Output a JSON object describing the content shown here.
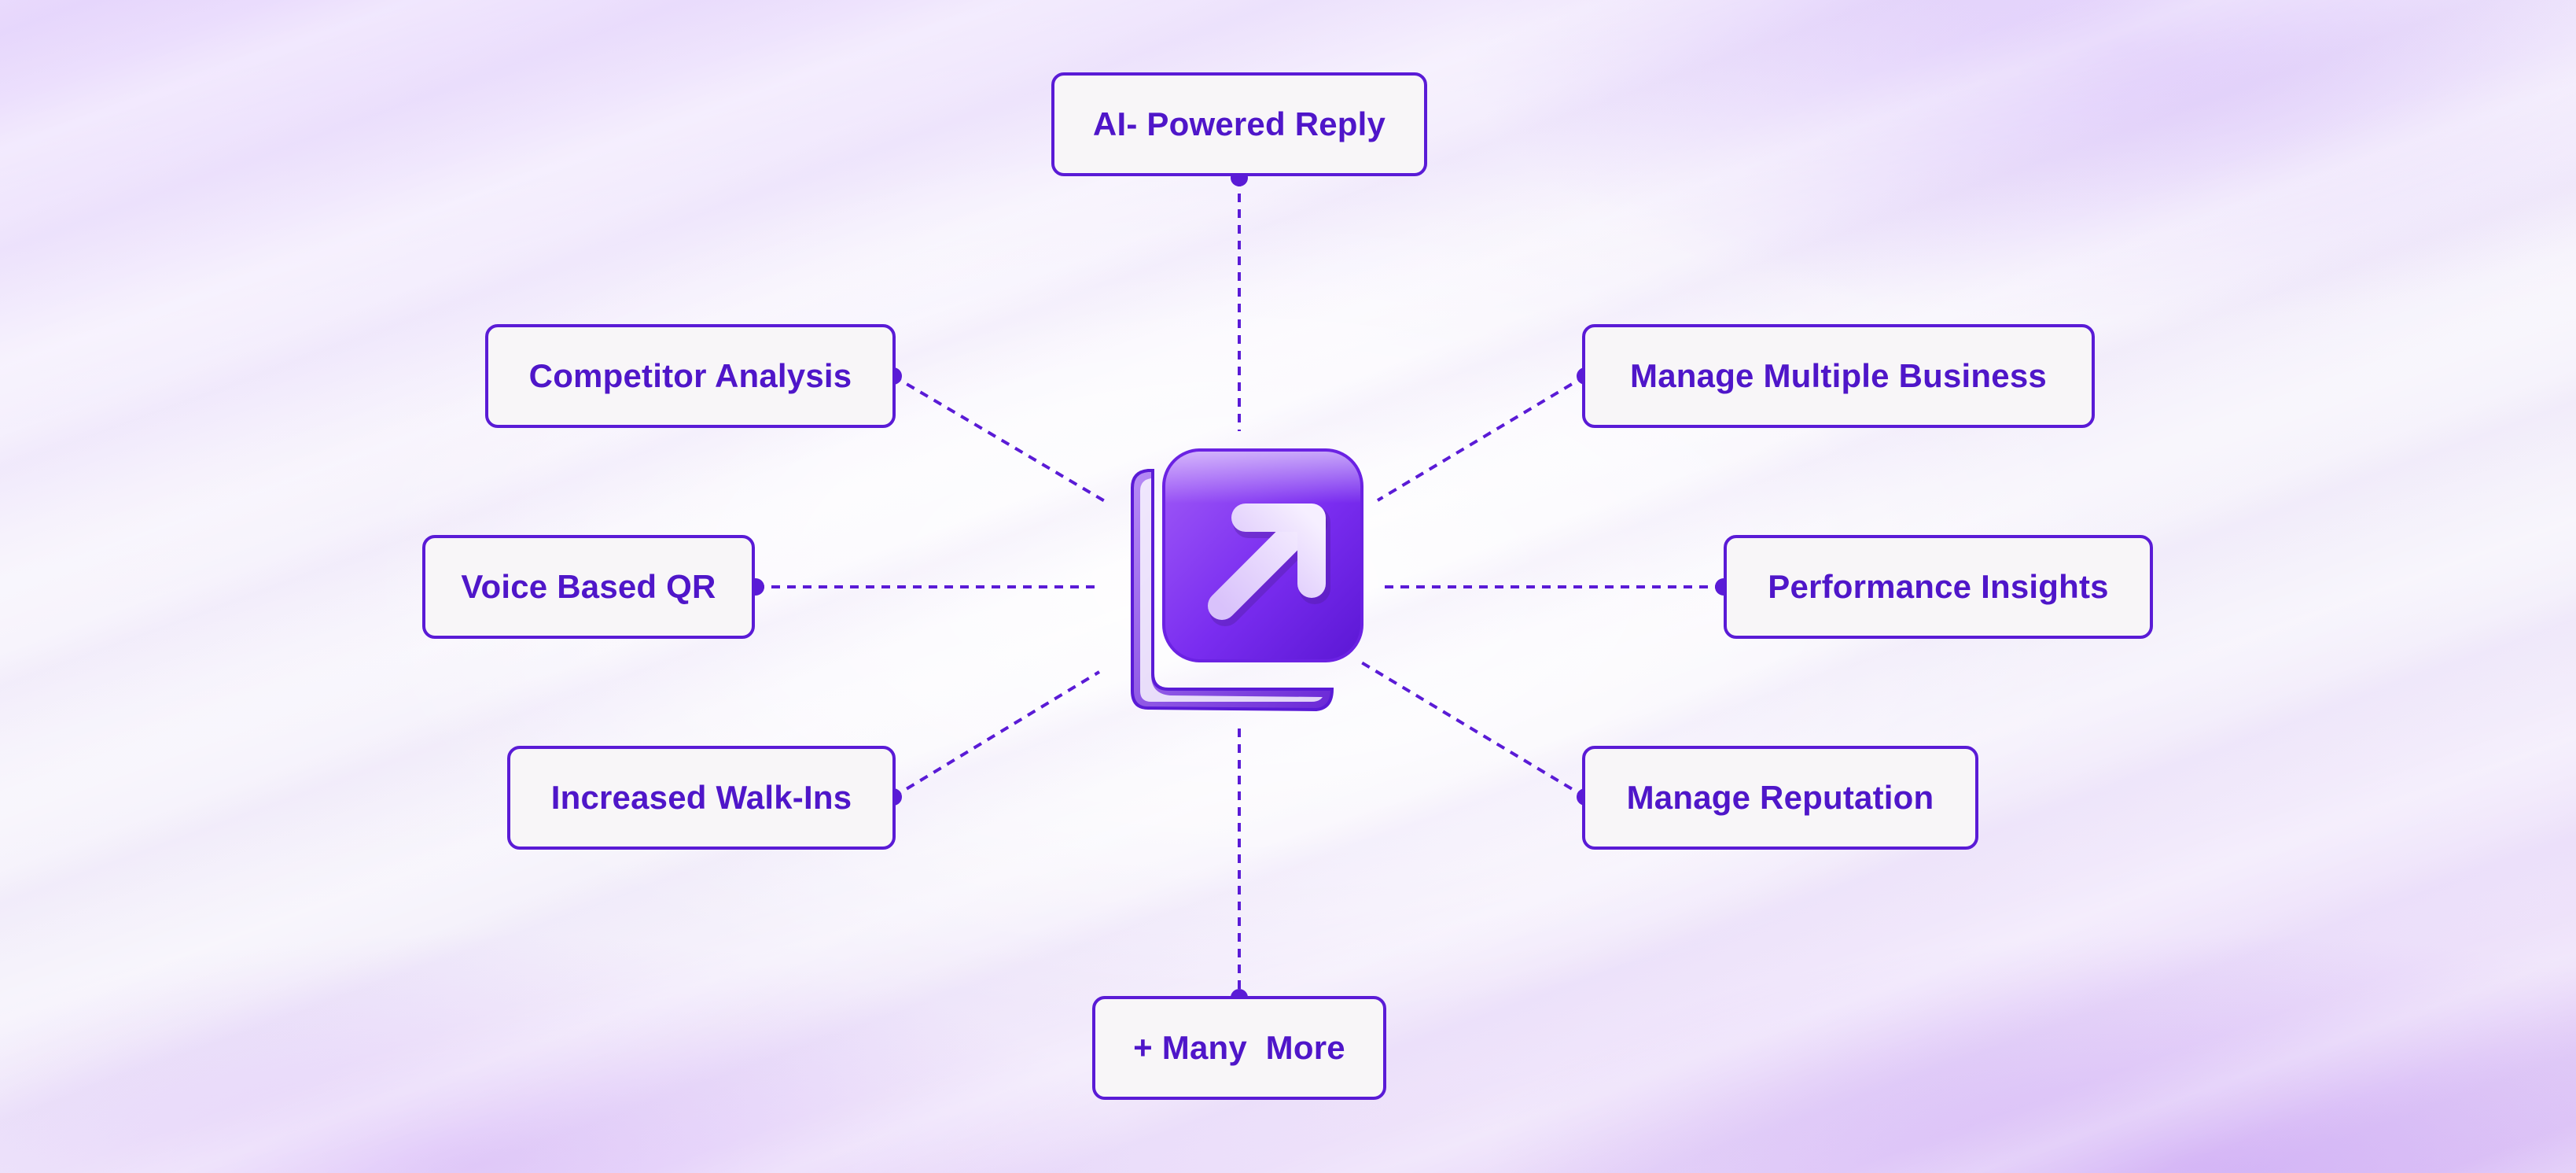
{
  "center": {
    "icon": "arrow-up-right-icon",
    "colors": {
      "primary": "#7c3aed",
      "dark": "#4c1d95",
      "light": "#e9d5ff"
    }
  },
  "nodes": {
    "top": "AI- Powered Reply",
    "upper_left": "Competitor Analysis",
    "upper_right": "Manage Multiple Business",
    "middle_left": "Voice Based QR",
    "middle_right": "Performance Insights",
    "lower_left": "Increased Walk-Ins",
    "lower_right": "Manage Reputation",
    "bottom": "+ Many  More"
  },
  "colors": {
    "accent": "#5a1bd6",
    "text": "#4f16c9",
    "node_background": "#f8f6f8"
  }
}
